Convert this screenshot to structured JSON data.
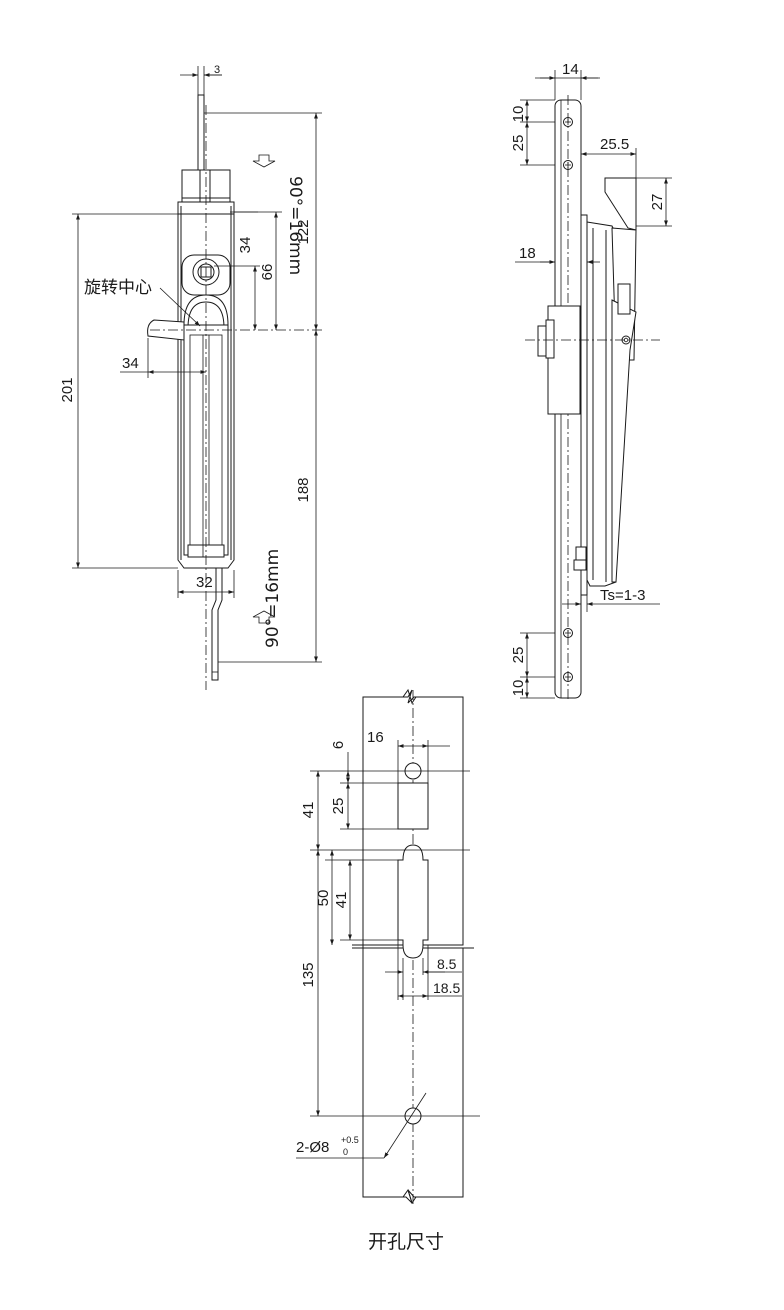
{
  "front_view": {
    "dim_top_width": "3",
    "dim_upper_stroke": "90°=16mm",
    "dim_lower_stroke": "90°=16mm",
    "dim_122": "122",
    "dim_188": "188",
    "dim_201": "201",
    "dim_34_vertical": "34",
    "dim_66": "66",
    "dim_34_horizontal": "34",
    "dim_32": "32",
    "label_rotation_center": "旋转中心"
  },
  "side_view": {
    "dim_14": "14",
    "dim_10_top": "10",
    "dim_25_top": "25",
    "dim_25_5": "25.5",
    "dim_27": "27",
    "dim_18": "18",
    "dim_ts": "Ts=1-3",
    "dim_25_bottom": "25",
    "dim_10_bottom": "10"
  },
  "cutout_view": {
    "dim_16": "16",
    "dim_6": "6",
    "dim_41_outer": "41",
    "dim_25": "25",
    "dim_50": "50",
    "dim_41_inner": "41",
    "dim_8_5": "8.5",
    "dim_18_5": "18.5",
    "dim_135": "135",
    "hole_callout": "2-Ø8",
    "tol_upper": "+0.5",
    "tol_lower": "0",
    "caption": "开孔尺寸"
  }
}
